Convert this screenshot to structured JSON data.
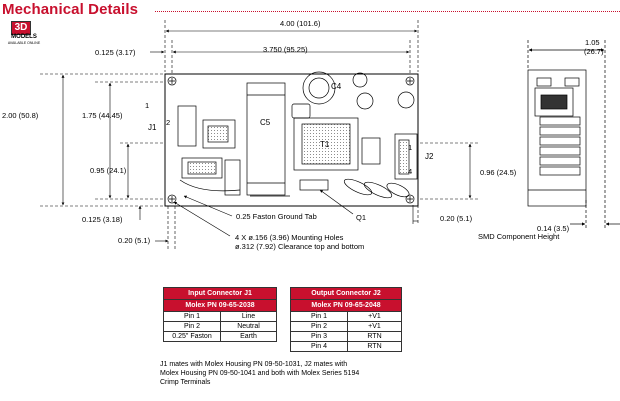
{
  "header": {
    "title": "Mechanical Details",
    "badge_main": "3D",
    "badge_sub": "MODELS",
    "badge_tiny": "AVAILABLE ONLINE"
  },
  "dimensions": {
    "overall_length": "4.00 (101.6)",
    "hole_spacing_x": "3.750 (95.25)",
    "left_offset": "0.125 (3.17)",
    "overall_width": "2.00 (50.8)",
    "j1_height": "1.75 (44.45)",
    "pin_height": "0.95 (24.1)",
    "bottom_offset": "0.125 (3.18)",
    "bottom_left": "0.20 (5.1)",
    "right_offset": "0.20 (5.1)",
    "j2_height": "0.96 (24.5)",
    "side_height": "1.05",
    "side_height_mm": "(26.7)",
    "side_smd": "0.14 (3.5)",
    "smd_note": "SMD Component Height"
  },
  "board_labels": {
    "c4": "C4",
    "c5": "C5",
    "t1": "T1",
    "j1": "J1",
    "j2": "J2",
    "pin1_top": "1",
    "pin2": "2",
    "pin1_j2": "1",
    "pin4_j2": "4"
  },
  "callouts": {
    "faston": "0.25 Faston Ground Tab",
    "q1": "Q1",
    "holes_line1": "4 X ø.156 (3.96) Mounting Holes",
    "holes_line2": "ø.312 (7.92) Clearance top and bottom"
  },
  "input_connector": {
    "title_line1": "Input Connector J1",
    "title_line2": "Molex PN 09-65-2038",
    "rows": [
      [
        "Pin 1",
        "Line"
      ],
      [
        "Pin 2",
        "Neutral"
      ],
      [
        "0.25\" Faston",
        "Earth"
      ]
    ]
  },
  "output_connector": {
    "title_line1": "Output Connector J2",
    "title_line2": "Molex PN 09-65-2048",
    "rows": [
      [
        "Pin 1",
        "+V1"
      ],
      [
        "Pin 2",
        "+V1"
      ],
      [
        "Pin 3",
        "RTN"
      ],
      [
        "Pin 4",
        "RTN"
      ]
    ]
  },
  "note": {
    "line1": "J1 mates with Molex Housing PN 09-50-1031, J2 mates with",
    "line2": "Molex Housing PN 09-50-1041 and both with Molex Series 5194",
    "line3": "Crimp Terminals"
  },
  "colors": {
    "accent": "#c8102e"
  }
}
